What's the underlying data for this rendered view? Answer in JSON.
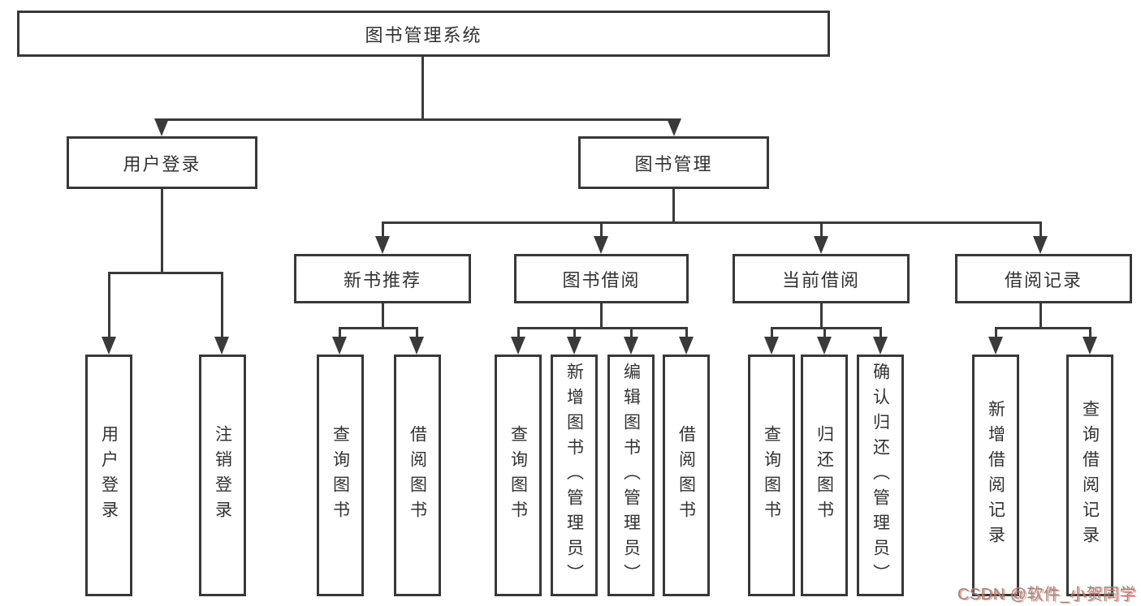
{
  "diagram": {
    "type": "hierarchy-tree",
    "nodes": {
      "root": {
        "label": "图书管理系统"
      },
      "branches": [
        {
          "label": "用户登录",
          "children": [
            {
              "label": "用户登录"
            },
            {
              "label": "注销登录"
            }
          ]
        },
        {
          "label": "图书管理",
          "children": [
            {
              "label": "新书推荐",
              "children": [
                {
                  "label": "查询图书"
                },
                {
                  "label": "借阅图书"
                }
              ]
            },
            {
              "label": "图书借阅",
              "children": [
                {
                  "label": "查询图书"
                },
                {
                  "label": "新增图书（管理员）"
                },
                {
                  "label": "编辑图书（管理员）"
                },
                {
                  "label": "借阅图书"
                }
              ]
            },
            {
              "label": "当前借阅",
              "children": [
                {
                  "label": "查询图书"
                },
                {
                  "label": "归还图书"
                },
                {
                  "label": "确认归还（管理员）"
                }
              ]
            },
            {
              "label": "借阅记录",
              "children": [
                {
                  "label": "新增借阅记录"
                },
                {
                  "label": "查询借阅记录"
                }
              ]
            }
          ]
        }
      ]
    },
    "colors": {
      "box_border": "#383838",
      "connector_line": "#3a3a3a",
      "text": "#323232",
      "background": "#ffffff",
      "watermark_gray": "#8d8d8d",
      "watermark_red": "#fc5531"
    }
  },
  "watermark": {
    "text": "CSDN @软件_小贺同学"
  }
}
